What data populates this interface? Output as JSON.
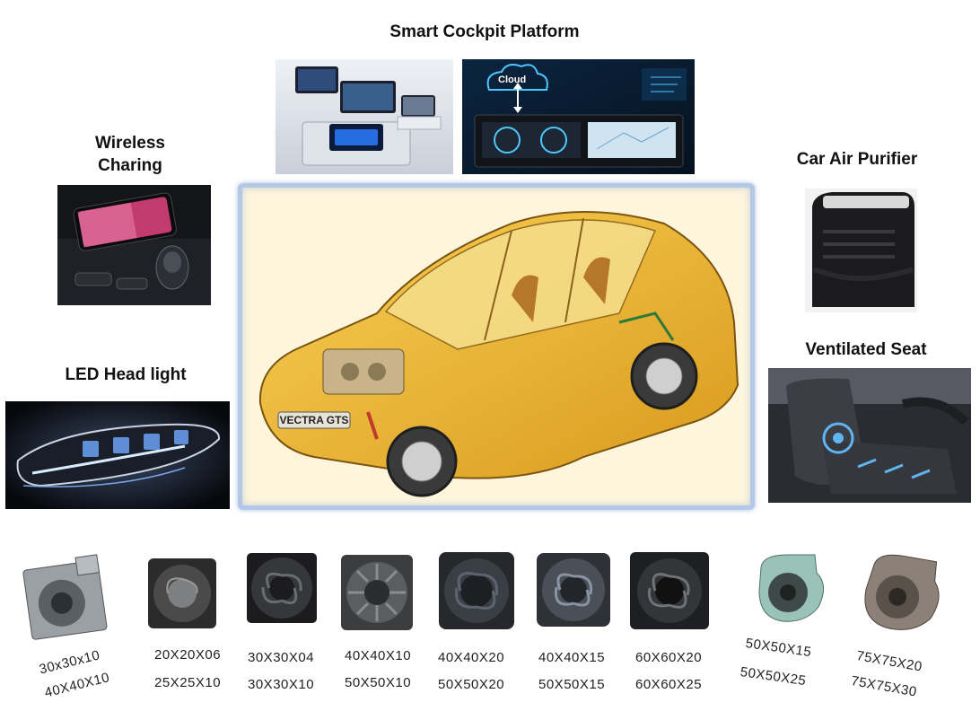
{
  "sections": {
    "smart_cockpit": "Smart Cockpit Platform",
    "wireless_charging": [
      "Wireless",
      "Charing"
    ],
    "car_air_purifier": "Car Air Purifier",
    "led_head_light": "LED Head light",
    "ventilated_seat": "Ventilated Seat"
  },
  "cockpit_screen": {
    "badge": "Cloud"
  },
  "car_plate": "VECTRA GTS",
  "fans": [
    {
      "sizes": [
        "30x30x10",
        "40X40X10"
      ]
    },
    {
      "sizes": [
        "20X20X06",
        "25X25X10"
      ]
    },
    {
      "sizes": [
        "30X30X04",
        "30X30X10"
      ]
    },
    {
      "sizes": [
        "40X40X10",
        "50X50X10"
      ]
    },
    {
      "sizes": [
        "40X40X20",
        "50X50X20"
      ]
    },
    {
      "sizes": [
        "40X40X15",
        "50X50X15"
      ]
    },
    {
      "sizes": [
        "60X60X20",
        "60X60X25"
      ]
    },
    {
      "sizes": [
        "50X50X15",
        "50X50X25"
      ]
    },
    {
      "sizes": [
        "75X75X20",
        "75X75X30"
      ]
    }
  ]
}
